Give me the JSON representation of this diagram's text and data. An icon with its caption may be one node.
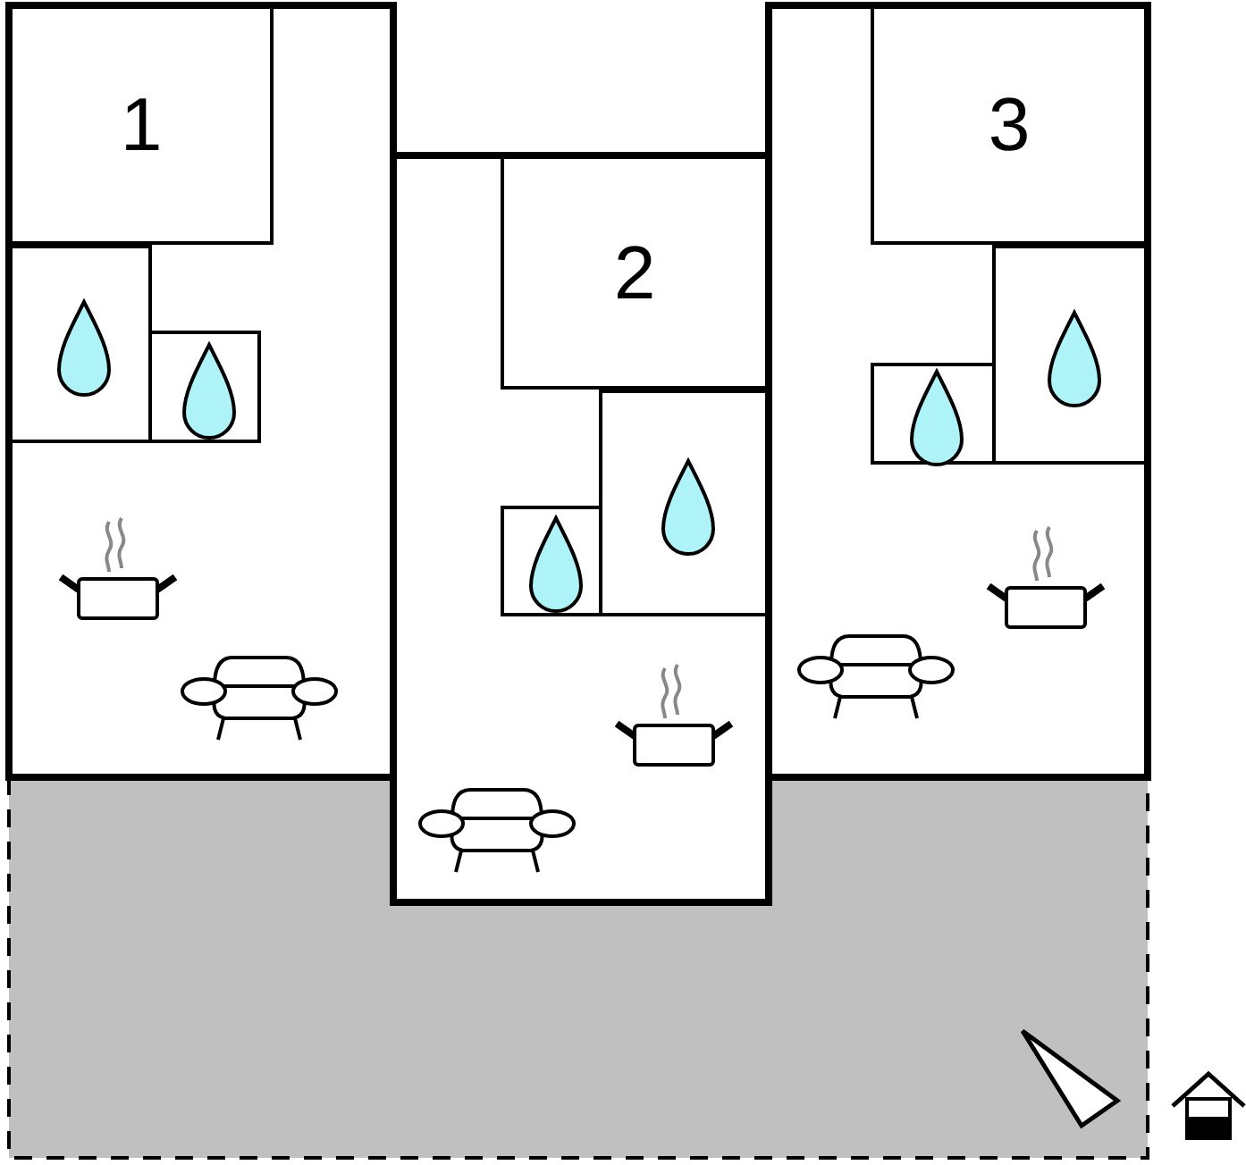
{
  "diagram": {
    "nodes": [
      {
        "text": [
          "1"
        ]
      },
      {
        "text": [],
        "shape": "box"
      },
      {
        "text": [],
        "shape": "box"
      },
      {
        "text": [
          "2"
        ]
      },
      {
        "text": [],
        "shape": "box"
      },
      {
        "text": [],
        "shape": "box"
      },
      {
        "text": [
          "3"
        ]
      },
      {
        "text": [],
        "shape": "box"
      },
      {
        "text": [],
        "shape": "box"
      }
    ]
  }
}
